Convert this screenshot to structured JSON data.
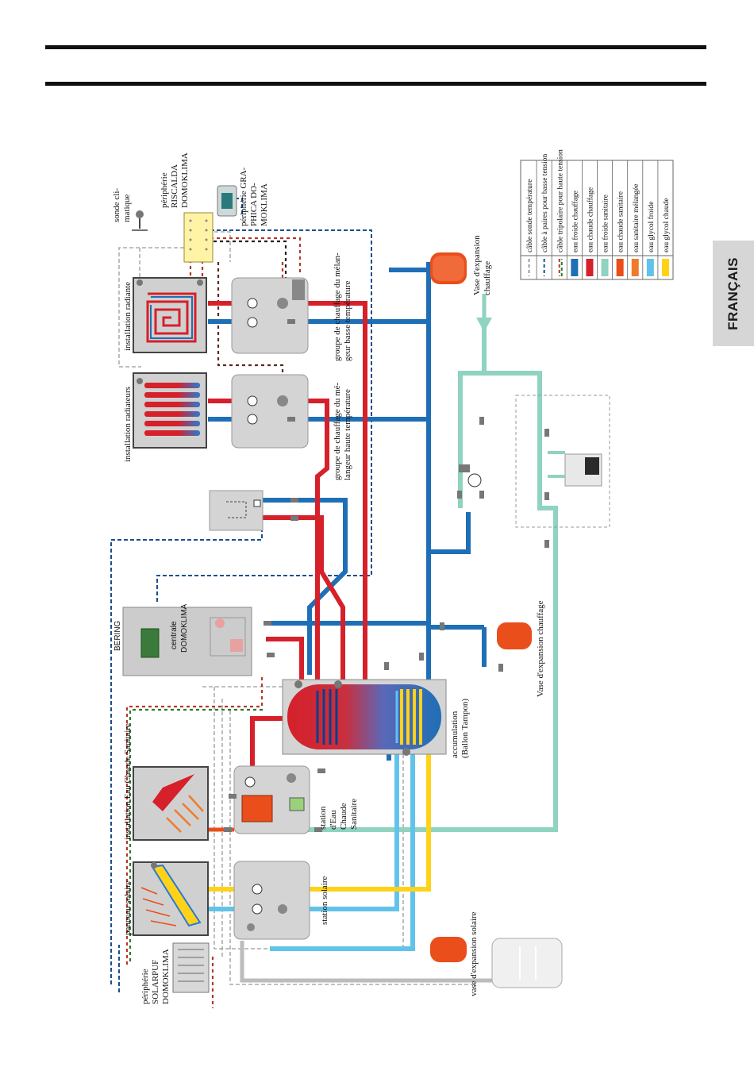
{
  "language_tab": "FRANÇAIS",
  "labels": {
    "peripherie_riscalda": [
      "périphérie",
      "RISCALDA",
      "DOMOKLIMA"
    ],
    "peripherie_graphica": [
      "périphérie GRA-",
      "PHICA DO-",
      "MOKLIMA"
    ],
    "sonde_climatique": [
      "sonde cli-",
      "matique"
    ],
    "installation_radiante": "installation radiante",
    "installation_radiateurs": "installation radiateurs",
    "groupe_basse": [
      "groupe de chauffage du mélan-",
      "geur basse température"
    ],
    "groupe_haute": [
      "groupe de chauffage du mé-",
      "langeur haute température"
    ],
    "vase_expansion_chauffage_1": [
      "Vase d'expansion",
      "chauffage"
    ],
    "vase_expansion_chauffage_2": "Vase d'expansion chauffage",
    "bering": "BERING",
    "centrale": [
      "centrale",
      "DOMOKLIMA"
    ],
    "installation_ecs": "installation Eau Chaude Sanitaire",
    "accumulation": [
      "accumulation",
      "(Ballon Tampon)"
    ],
    "station_ecs": [
      "station",
      "d'Eau",
      "Chaude",
      "Sanitaire"
    ],
    "panneau_solaire": "panneau solaire",
    "station_solaire": "station solaire",
    "peripherie_solarpuf": [
      "périphérie",
      "SOLARPUF",
      "DOMOKLIMA"
    ],
    "vase_expansion_solaire": "vase d'expansion solaire"
  },
  "legend": [
    {
      "label": "câble sonde température",
      "color": "#9a9a9a",
      "style": "dash-grey"
    },
    {
      "label": "câble à paires pour basse tension",
      "color": "#1a4f8c",
      "style": "dash-blue"
    },
    {
      "label": "câble tripolaire pour haute tension",
      "color": "#b5372a",
      "style": "dash-tri"
    },
    {
      "label": "eau froide chauffage",
      "color": "#1f6fb6",
      "style": "solid"
    },
    {
      "label": "eau chaude chauffage",
      "color": "#d6202a",
      "style": "solid"
    },
    {
      "label": "eau froide sanitaire",
      "color": "#8fd3c0",
      "style": "solid"
    },
    {
      "label": "eau chaude sanitaire",
      "color": "#e94e1b",
      "style": "solid"
    },
    {
      "label": "eau sanitaire mélangée",
      "color": "#f07a2c",
      "style": "solid"
    },
    {
      "label": "eau glycol froide",
      "color": "#62c3ea",
      "style": "solid"
    },
    {
      "label": "eau glycol chaude",
      "color": "#ffd21a",
      "style": "solid"
    }
  ]
}
